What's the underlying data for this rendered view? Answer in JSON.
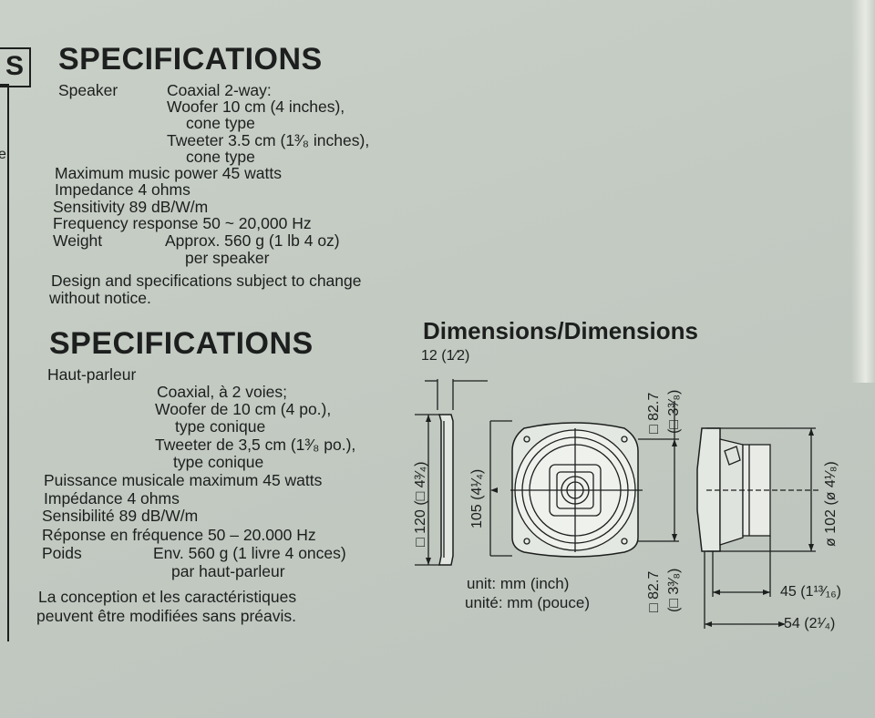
{
  "left_tab": {
    "letter": "S",
    "fragment": "e"
  },
  "en": {
    "heading": "SPECIFICATIONS",
    "speaker_label": "Speaker",
    "speaker_type": "Coaxial 2-way:",
    "woofer": "Woofer 10 cm (4 inches),",
    "woofer_type": "cone type",
    "tweeter": "Tweeter 3.5 cm (1³⁄₈ inches),",
    "tweeter_type": "cone type",
    "power": "Maximum music power   45 watts",
    "impedance": "Impedance   4 ohms",
    "sensitivity": "Sensitivity   89 dB/W/m",
    "frequency": "Frequency response   50 ~ 20,000 Hz",
    "weight_label": "Weight",
    "weight_value": "Approx. 560 g (1 lb 4 oz)",
    "weight_unit": "per speaker",
    "notice_1": "Design and specifications subject to change",
    "notice_2": "without notice."
  },
  "fr": {
    "heading": "SPECIFICATIONS",
    "speaker_label": "Haut-parleur",
    "speaker_type": "Coaxial, à 2 voies;",
    "woofer": "Woofer de 10 cm (4 po.),",
    "woofer_type": "type conique",
    "tweeter": "Tweeter de 3,5 cm (1³⁄₈ po.),",
    "tweeter_type": "type conique",
    "power": "Puissance musicale maximum  45 watts",
    "impedance": "Impédance  4 ohms",
    "sensitivity": "Sensibilité  89 dB/W/m",
    "frequency": "Réponse en fréquence   50 – 20.000 Hz",
    "weight_label": "Poids",
    "weight_value": "Env. 560 g (1 livre 4 onces)",
    "weight_unit": "par haut-parleur",
    "notice_1": "La conception et les caractéristiques",
    "notice_2": "peuvent être modifiées sans préavis."
  },
  "dimensions": {
    "title": "Dimensions/Dimensions",
    "depth_top": "12 (1⁄2)",
    "side_height": "□ 120 (□ 4³⁄₄)",
    "front_height": "105 (4¹⁄₄)",
    "square_top": "□ 82.7",
    "square_top_in": "(□ 3³⁄₈)",
    "square_bottom": "□ 82.7",
    "square_bottom_in": "(□ 3³⁄₈)",
    "diameter": "ø 102 (ø 4¹⁄₈)",
    "depth_45": "45 (1¹³⁄₁₆)",
    "depth_54": "54 (2¹⁄₄)",
    "unit_en": "unit: mm (inch)",
    "unit_fr": "unité: mm (pouce)"
  }
}
